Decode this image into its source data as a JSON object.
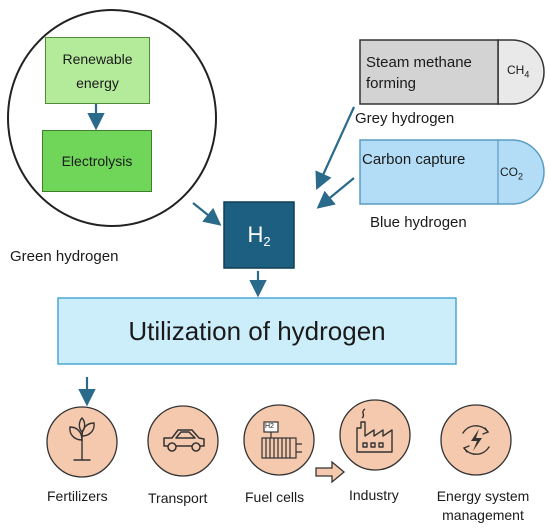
{
  "green": {
    "renewable_line1": "Renewable",
    "renewable_line2": "energy",
    "electrolysis": "Electrolysis",
    "caption": "Green hydrogen"
  },
  "grey": {
    "line1": "Steam methane",
    "line2": "forming",
    "molecule_base": "CH",
    "molecule_sub": "4",
    "caption": "Grey hydrogen"
  },
  "blue": {
    "label": "Carbon capture",
    "molecule_base": "CO",
    "molecule_sub": "2",
    "caption": "Blue hydrogen"
  },
  "h2": {
    "base": "H",
    "sub": "2"
  },
  "utilization": {
    "title": "Utilization of hydrogen"
  },
  "applications": [
    {
      "label": "Fertilizers",
      "icon": "plant-icon"
    },
    {
      "label": "Transport",
      "icon": "car-icon"
    },
    {
      "label": "Fuel cells",
      "icon": "fuel-cell-icon",
      "badge": "H2"
    },
    {
      "label": "Industry",
      "icon": "factory-icon"
    },
    {
      "label_line1": "Energy system",
      "label_line2": "management",
      "icon": "energy-cycle-icon"
    }
  ],
  "colors": {
    "navy": "#1d5f80",
    "arrow": "#2a6a8a",
    "blue_box": "#b3ddf6",
    "utilization_box": "#cceefb",
    "circle_fill": "#f5c9ad",
    "grey_box": "#d3d3d3"
  }
}
